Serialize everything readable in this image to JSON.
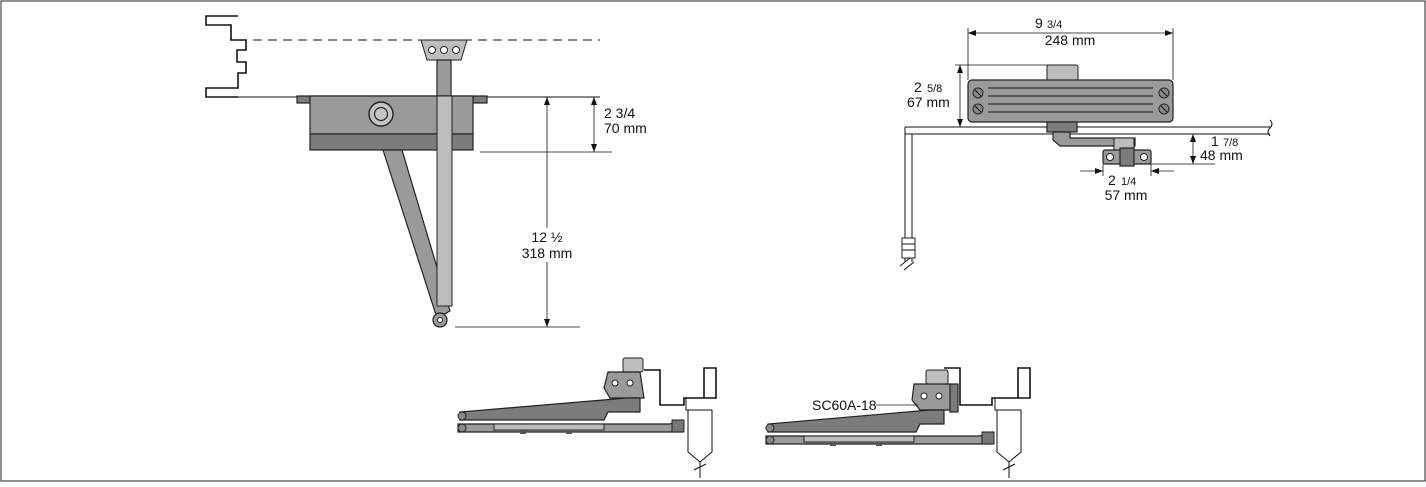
{
  "view_left": {
    "dim_depth": {
      "frac": "2 3/4",
      "mm": "70 mm"
    },
    "dim_projection": {
      "frac": "12 ½",
      "mm": "318 mm"
    }
  },
  "view_right": {
    "dim_length": {
      "whole": "9",
      "frac": "3/4",
      "mm": "248 mm"
    },
    "dim_height": {
      "whole": "2",
      "frac": "5/8",
      "mm": "67 mm"
    },
    "dim_shoe_drop": {
      "whole": "1",
      "frac": "7/8",
      "mm": "48 mm"
    },
    "dim_shoe_width": {
      "whole": "2",
      "frac": "1/4",
      "mm": "57 mm"
    }
  },
  "bottom_right": {
    "part_label": "SC60A-18"
  }
}
